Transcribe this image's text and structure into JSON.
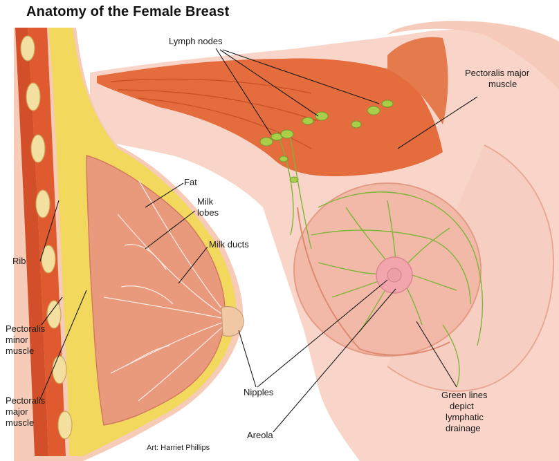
{
  "title": "Anatomy of the Female Breast",
  "labels": {
    "lymph_nodes": "Lymph nodes",
    "pectoralis_major_right": [
      "Pectoralis major",
      "muscle"
    ],
    "fat": "Fat",
    "milk_lobes": [
      "Milk",
      "lobes"
    ],
    "milk_ducts": "Milk ducts",
    "rib": "Rib",
    "pectoralis_minor": [
      "Pectoralis",
      "minor",
      "muscle"
    ],
    "pectoralis_major_left": [
      "Pectoralis",
      "major",
      "muscle"
    ],
    "nipples": "Nipples",
    "areola": "Areola",
    "green_lines_note": [
      "Green lines",
      "depict",
      "lymphatic",
      "drainage"
    ]
  },
  "credit": "Art: Harriet Phillips",
  "colors": {
    "skin": "#f7d0c3",
    "muscle": "#e2673a",
    "fat": "#f3dc5c",
    "lymph": "#8bbf3a",
    "areola": "#f2a8ad"
  }
}
